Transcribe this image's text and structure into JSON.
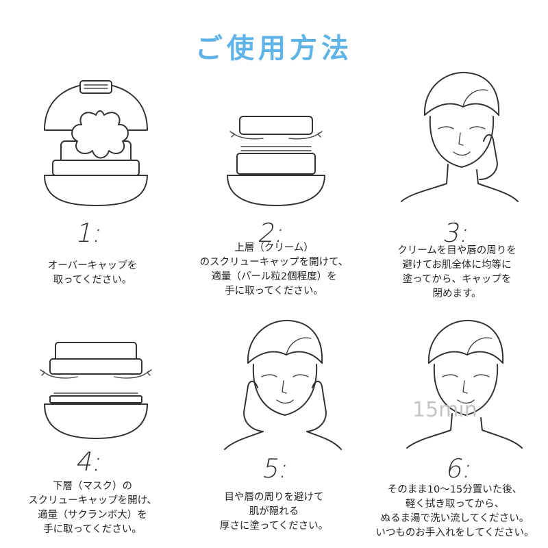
{
  "title": "ご使用方法",
  "steps": [
    {
      "num": "1:",
      "text": "オーバーキャップを\n取ってください。"
    },
    {
      "num": "2:",
      "text": "上層（クリーム）\nのスクリューキャップを開けて、\n適量（パール粒2個程度）を\n手に取ってください。"
    },
    {
      "num": "3:",
      "text": "クリームを目や唇の周りを\n避けてお肌全体に均等に\n塗ってから、キャップを\n閉めます。"
    },
    {
      "num": "4:",
      "text": "下層（マスク）の\nスクリューキャップを開け、\n適量（サクランボ大）を\n手に取ってください。"
    },
    {
      "num": "5:",
      "text": "目や唇の周りを避けて\n肌が隠れる\n厚さに塗ってください。"
    },
    {
      "num": "6:",
      "text": "そのまま10～15分置いた後、\n軽く拭き取ってから、\nぬるま湯で洗い流してください。\nいつものお手入れをしてください。"
    }
  ],
  "timer_text": "15min",
  "colors": {
    "title": "#5fb3e6",
    "line": "#333333"
  }
}
